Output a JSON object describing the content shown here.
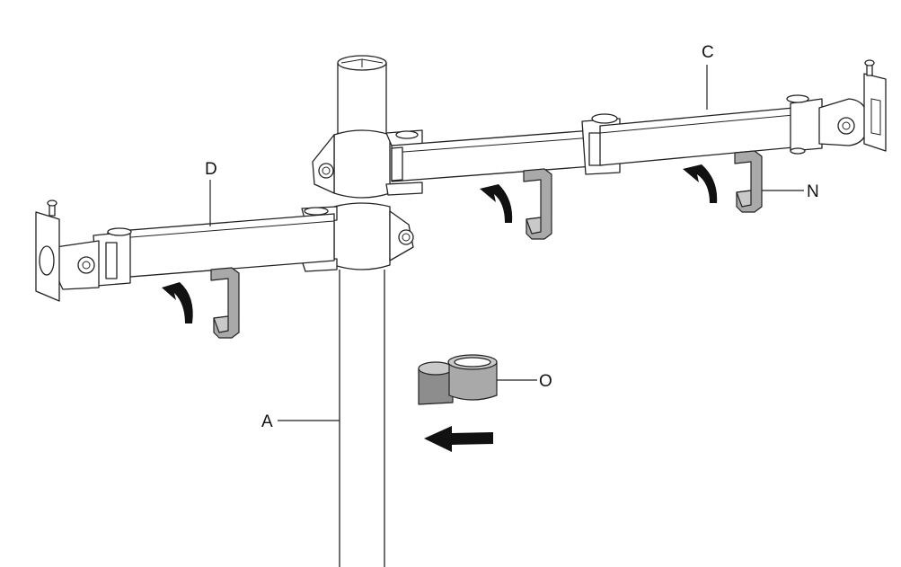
{
  "labels": {
    "pole": "A",
    "right_arm": "C",
    "left_arm": "D",
    "cable_clip": "N",
    "pole_clamp": "O"
  }
}
